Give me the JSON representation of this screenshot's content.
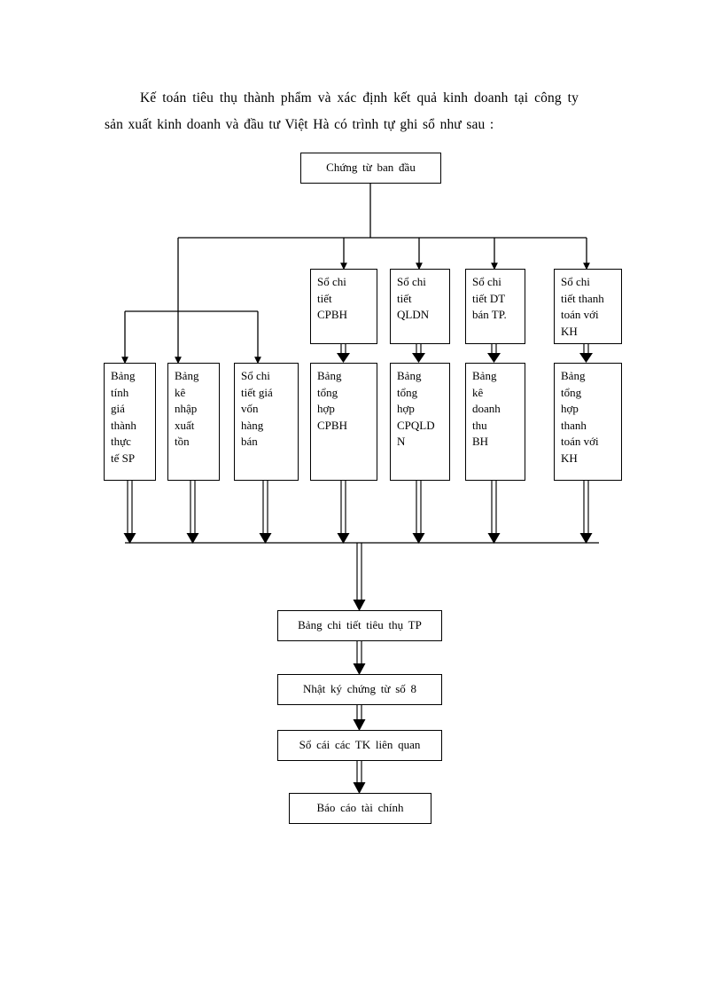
{
  "document": {
    "paragraph": {
      "line1": "Kế toán tiêu thụ thành phẩm  và xác định kết quả kinh  doanh tại  công ty",
      "line2": "sản xuất kinh  doanh và đầu tư Việt Hà có trình tự ghi sổ như sau :"
    }
  },
  "chart_data": {
    "type": "diagram",
    "title": "Trình tự ghi sổ kế toán tiêu thụ thành phẩm",
    "nodes": [
      {
        "id": "n0",
        "label": "Chứng từ ban đầu",
        "row": 0
      },
      {
        "id": "n1",
        "label": "Sổ chi tiết CPBH",
        "row": 1
      },
      {
        "id": "n2",
        "label": "Sổ chi tiết QLDN",
        "row": 1
      },
      {
        "id": "n3",
        "label": "Sổ chi tiết DT bán TP.",
        "row": 1
      },
      {
        "id": "n4",
        "label": "Sổ chi tiết thanh toán với KH",
        "row": 1
      },
      {
        "id": "n5",
        "label": "Bảng tính giá thành thực tế SP",
        "row": 2
      },
      {
        "id": "n6",
        "label": "Bảng kê nhập xuất tồn",
        "row": 2
      },
      {
        "id": "n7",
        "label": "Sổ chi tiết giá vốn hàng bán",
        "row": 2
      },
      {
        "id": "n8",
        "label": "Bảng tổng hợp CPBH",
        "row": 2
      },
      {
        "id": "n9",
        "label": "Bảng tổng hợp CPQLDN",
        "row": 2
      },
      {
        "id": "n10",
        "label": "Bảng kê doanh thu BH",
        "row": 2
      },
      {
        "id": "n11",
        "label": "Bảng tổng hợp thanh toán với KH",
        "row": 2
      },
      {
        "id": "n12",
        "label": "Bảng chi tiết tiêu thụ TP",
        "row": 3
      },
      {
        "id": "n13",
        "label": "Nhật ký chứng từ  số 8",
        "row": 4
      },
      {
        "id": "n14",
        "label": "Sổ cái các TK liên  quan",
        "row": 5
      },
      {
        "id": "n15",
        "label": "Báo cáo tài chính",
        "row": 6
      }
    ]
  },
  "boxes": {
    "root": {
      "text": "Chứng từ ban đầu"
    },
    "r1": [
      {
        "lines": [
          "Sổ chi",
          "tiết",
          "CPBH"
        ]
      },
      {
        "lines": [
          "Sổ chi",
          "tiết",
          "QLDN"
        ]
      },
      {
        "lines": [
          "Sổ chi",
          "tiết DT",
          "bán TP."
        ]
      },
      {
        "lines": [
          "Sổ chi",
          "tiết thanh",
          "toán với",
          "KH"
        ]
      }
    ],
    "r2": [
      {
        "lines": [
          "Bảng",
          "tính",
          "giá",
          "thành",
          "thực",
          "tế SP"
        ]
      },
      {
        "lines": [
          "Bảng",
          "kê",
          "nhập",
          "xuất",
          "tồn"
        ]
      },
      {
        "lines": [
          "Sổ chi",
          "tiết giá",
          "vốn",
          "hàng",
          "bán"
        ]
      },
      {
        "lines": [
          "Bảng",
          "tổng",
          "hợp",
          "CPBH"
        ]
      },
      {
        "lines": [
          "Bảng",
          "tổng",
          "hợp",
          "CPQLD",
          "N"
        ]
      },
      {
        "lines": [
          "Bảng",
          "kê",
          "doanh",
          "thu",
          "BH"
        ]
      },
      {
        "lines": [
          "Bảng",
          "tổng",
          "hợp",
          "thanh",
          "toán với",
          "KH"
        ]
      }
    ],
    "tail": [
      {
        "text": "Bảng  chi tiết  tiêu  thụ TP"
      },
      {
        "text": "Nhật ký chứng từ  số 8"
      },
      {
        "text": "Sổ cái các TK liên  quan"
      },
      {
        "text": "Báo cáo tài chính"
      }
    ]
  }
}
